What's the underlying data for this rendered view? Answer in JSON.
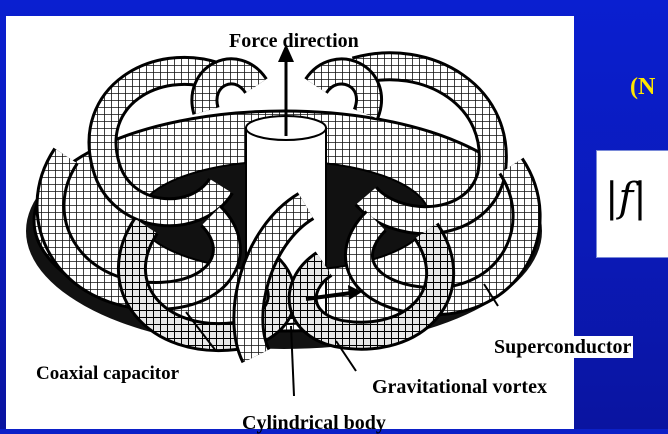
{
  "labels": {
    "force_direction": "Force direction",
    "superconductor": "Superconductor",
    "coaxial_capacitor": "Coaxial capacitor",
    "gravitational_vortex": "Gravitational vortex",
    "cylindrical_body": "Cylindrical body"
  },
  "heading_fragment": "(N",
  "formula_fragment": {
    "bar": "|",
    "var": "f",
    "bar2": "|"
  },
  "colors": {
    "slide_background": "#0c20c8",
    "heading_text": "#ffe600",
    "panel": "#ffffff",
    "ink": "#000000"
  }
}
